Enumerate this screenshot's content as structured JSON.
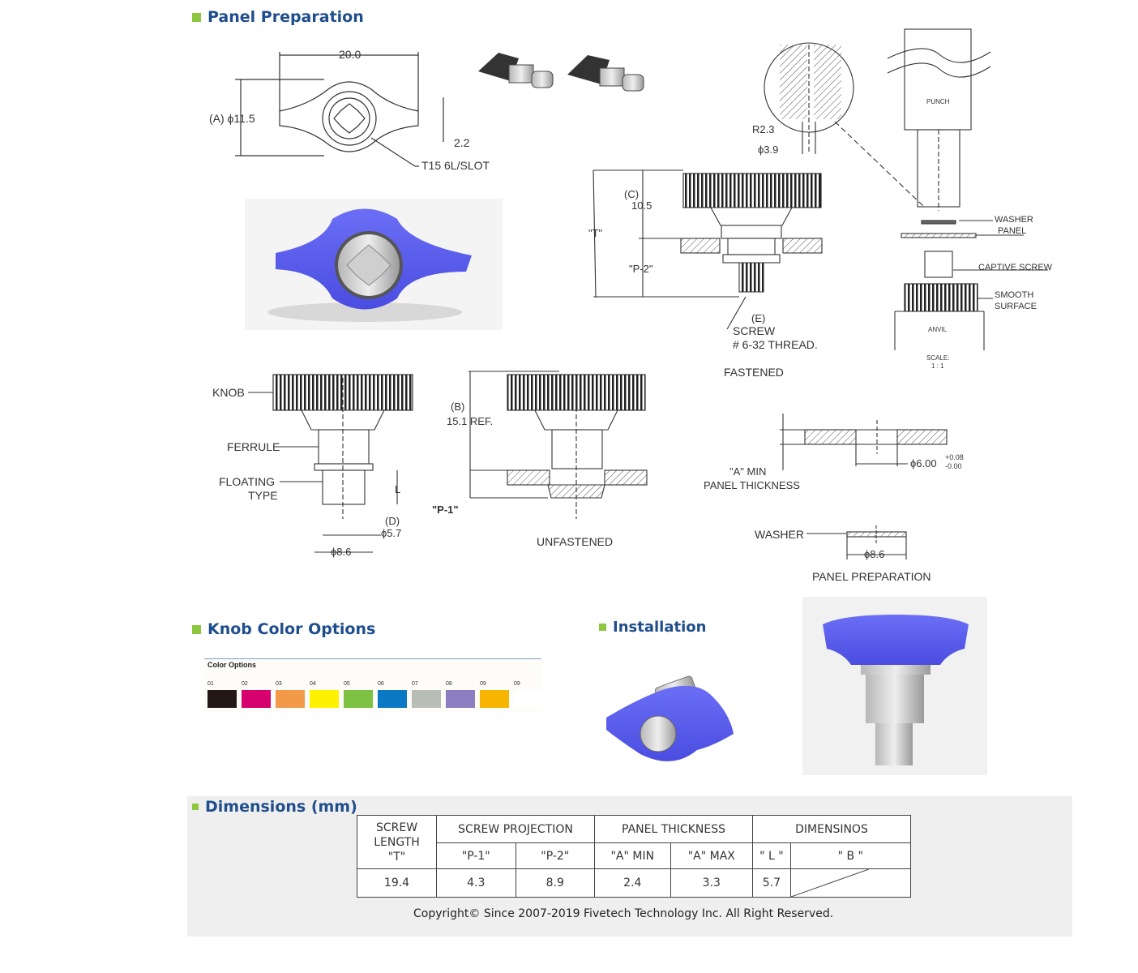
{
  "sections": {
    "panel_preparation": "Panel Preparation",
    "knob_colors": "Knob Color Options",
    "installation": "Installation",
    "dimensions": "Dimensions (mm)"
  },
  "drawing_labels": {
    "width_20": "20.0",
    "a_dia": "(A) ϕ11.5",
    "dim_2_2": "2.2",
    "t15": "T15 6L/SLOT",
    "r2_3": "R2.3",
    "dia_3_9": "ϕ3.9",
    "c_label": "(C)",
    "c_value": "10.5",
    "t_label": "\"T\"",
    "p2_label": "\"P-2\"",
    "e_label": "(E)",
    "screw": "SCREW",
    "thread": "# 6-32 THREAD.",
    "fastened": "FASTENED",
    "punch": "PUNCH",
    "washer_upper": "WASHER",
    "panel_upper": "PANEL",
    "captive_screw": "CAPTIVE SCREW",
    "smooth": "SMOOTH",
    "surface": "SURFACE",
    "anvil": "ANVIL",
    "scale": "SCALE:",
    "scale_val": "1 : 1",
    "knob": "KNOB",
    "ferrule": "FERRULE",
    "floating": "FLOATING",
    "type": "TYPE",
    "l_label": "L",
    "d_label": "(D)",
    "dia_5_7": "ϕ5.7",
    "dia_8_6": "ϕ8.6",
    "b_label": "(B)",
    "b_value": "15.1 REF.",
    "p1_label": "\"P-1\"",
    "unfastened": "UNFASTENED",
    "a_min": "\"A\" MIN",
    "panel_thickness": "PANEL THICKNESS",
    "dia_6": "ϕ6.00",
    "tol_plus": "+0.08",
    "tol_minus": "-0.00",
    "washer": "WASHER",
    "dia_8_6b": "ϕ8.6",
    "panel_prep_caption": "PANEL PREPARATION"
  },
  "color_options": {
    "title": "Color Options",
    "items": [
      {
        "code": "01",
        "color": "#231815"
      },
      {
        "code": "02",
        "color": "#d6006f"
      },
      {
        "code": "03",
        "color": "#f39a4a"
      },
      {
        "code": "04",
        "color": "#fff200"
      },
      {
        "code": "05",
        "color": "#7dc242"
      },
      {
        "code": "06",
        "color": "#0a78c2"
      },
      {
        "code": "07",
        "color": "#b8bdb5"
      },
      {
        "code": "08",
        "color": "#8c7cc0"
      },
      {
        "code": "09",
        "color": "#f7b500"
      },
      {
        "code": "09",
        "color": "#ffffff"
      }
    ]
  },
  "dimensions_table": {
    "head_screw_length": [
      "SCREW",
      "LENGTH",
      "\"T\""
    ],
    "head_projection": "SCREW PROJECTION",
    "head_panel": "PANEL THICKNESS",
    "head_dims": "DIMENSINOS",
    "sub": [
      "\"P-1\"",
      "\"P-2\"",
      "\"A\" MIN",
      "\"A\" MAX",
      "\" L \"",
      "\" B \""
    ],
    "row": [
      "19.4",
      "4.3",
      "8.9",
      "2.4",
      "3.3",
      "5.7"
    ]
  },
  "copyright": "Copyright© Since 2007-2019 Fivetech Technology Inc. All Right Reserved.",
  "accent": "#1f4e8c",
  "bullet_color": "#8dc63f",
  "knob_color": "#5a5df0"
}
